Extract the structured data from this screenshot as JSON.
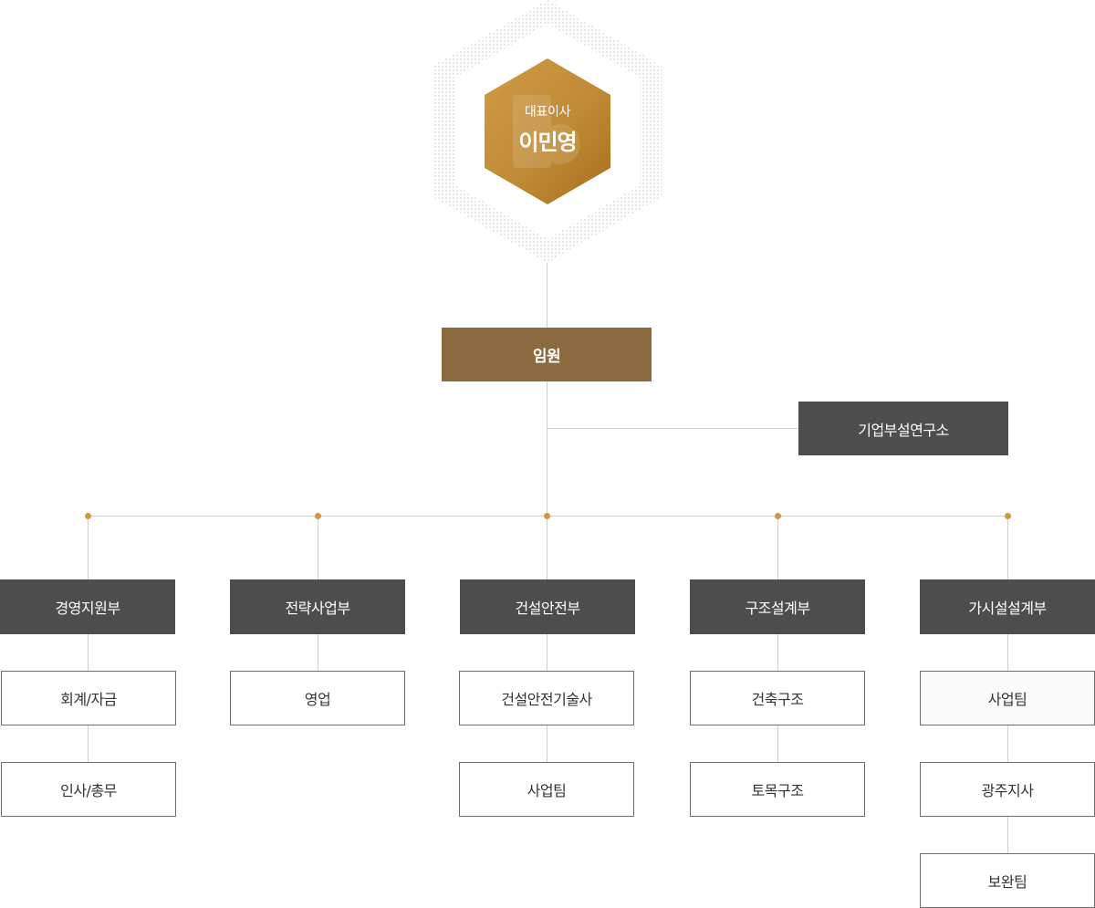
{
  "ceo": {
    "title": "대표이사",
    "name": "이민영"
  },
  "executive": {
    "label": "임원"
  },
  "research_lab": {
    "label": "기업부설연구소"
  },
  "departments": [
    {
      "label": "경영지원부",
      "teams": [
        "회계/자금",
        "인사/총무"
      ]
    },
    {
      "label": "전략사업부",
      "teams": [
        "영업"
      ]
    },
    {
      "label": "건설안전부",
      "teams": [
        "건설안전기술사",
        "사업팀"
      ]
    },
    {
      "label": "구조설계부",
      "teams": [
        "건축구조",
        "토목구조"
      ]
    },
    {
      "label": "가시설설계부",
      "teams": [
        "사업팀",
        "광주지사",
        "보완팀"
      ]
    }
  ],
  "colors": {
    "accent_gold": "#c08a36",
    "executive_brown": "#8b6a3f",
    "department_gray": "#4d4d4d",
    "line_gray": "#cfcfcf"
  }
}
